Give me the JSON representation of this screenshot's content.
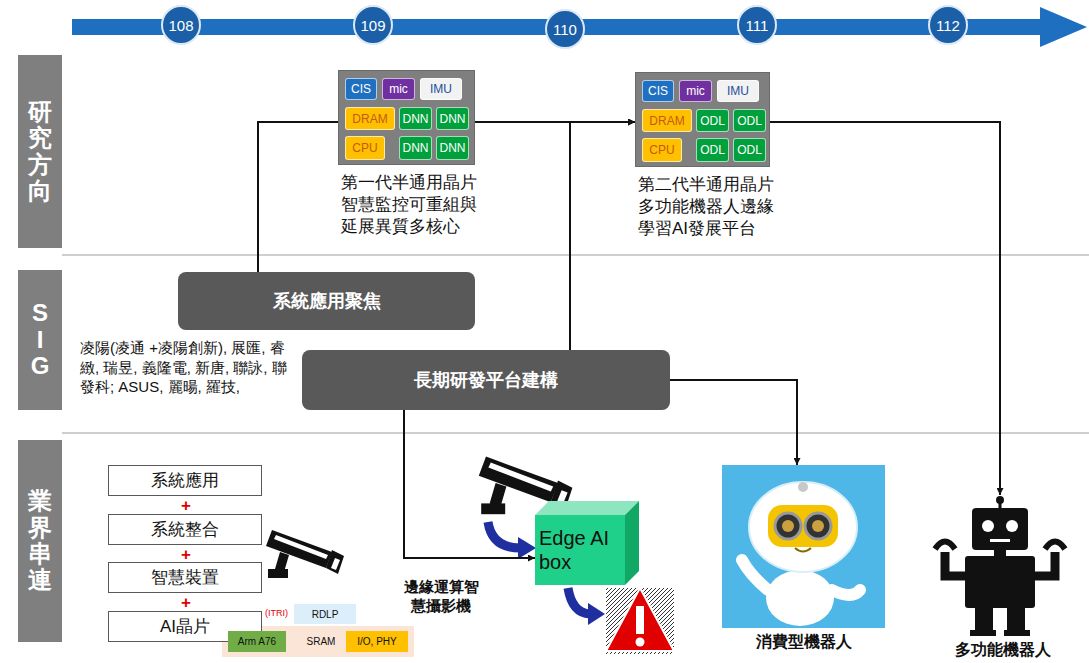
{
  "diagram": {
    "nodes": [
      {
        "text": [
          "108"
        ]
      },
      {
        "text": [
          "109"
        ]
      },
      {
        "text": [
          "110"
        ]
      },
      {
        "text": [
          "111"
        ]
      },
      {
        "text": [
          "112"
        ]
      },
      {
        "text": [
          "研究方向"
        ]
      },
      {
        "text": [
          "第一代半通用晶片 智慧監控可重組與 延展異質多核心"
        ]
      },
      {
        "text": [
          "CIS"
        ],
        "in": 6
      },
      {
        "text": [
          "mic"
        ],
        "in": 6
      },
      {
        "text": [
          "IMU"
        ],
        "in": 6
      },
      {
        "text": [
          "DRAM"
        ],
        "in": 6
      },
      {
        "text": [
          "DNN"
        ],
        "in": 6
      },
      {
        "text": [
          "DNN"
        ],
        "in": 6
      },
      {
        "text": [
          "CPU"
        ],
        "in": 6
      },
      {
        "text": [
          "DNN"
        ],
        "in": 6
      },
      {
        "text": [
          "DNN"
        ],
        "in": 6
      },
      {
        "text": [
          "第二代半通用晶片 多功能機器人邊緣 學習AI發展平台"
        ]
      },
      {
        "text": [
          "CIS"
        ],
        "in": 16
      },
      {
        "text": [
          "mic"
        ],
        "in": 16
      },
      {
        "text": [
          "IMU"
        ],
        "in": 16
      },
      {
        "text": [
          "DRAM"
        ],
        "in": 16
      },
      {
        "text": [
          "ODL"
        ],
        "in": 16
      },
      {
        "text": [
          "ODL"
        ],
        "in": 16
      },
      {
        "text": [
          "CPU"
        ],
        "in": 16
      },
      {
        "text": [
          "ODL"
        ],
        "in": 16
      },
      {
        "text": [
          "ODL"
        ],
        "in": 16
      },
      {
        "text": [
          "SIG"
        ]
      },
      {
        "text": [
          "系統應用聚焦"
        ]
      },
      {
        "text": [
          "長期研發平台建構"
        ]
      },
      {
        "text": [
          "業界串連"
        ]
      },
      {
        "text": [
          "系統應用"
        ]
      },
      {
        "text": [
          "系統整合"
        ]
      },
      {
        "text": [
          "智慧裝置"
        ]
      },
      {
        "text": [
          "AI晶片"
        ]
      },
      {
        "text": [
          "RDLP"
        ]
      },
      {
        "text": [
          "Arm A76"
        ]
      },
      {
        "text": [
          "SRAM"
        ]
      },
      {
        "text": [
          "I/O, PHY"
        ]
      },
      {
        "text": [
          "Edge AI box"
        ]
      },
      {
        "text": [
          "消費型機器人"
        ]
      },
      {
        "text": [
          "多功能機器人"
        ]
      }
    ],
    "edges": [
      {
        "from": 27,
        "to": 6,
        "arrow": "none"
      },
      {
        "from": 6,
        "to": 16,
        "arrow": "to"
      },
      {
        "from": 28,
        "to": 16,
        "arrow": "to"
      },
      {
        "from": 16,
        "to": 40,
        "arrow": "to"
      },
      {
        "from": 28,
        "to": 39,
        "arrow": "to"
      },
      {
        "from": 28,
        "to": 38,
        "arrow": "to"
      }
    ],
    "labels": [
      "凌陽(凌通 +凌陽創新), 展匯, 睿緻, 瑞昱, 義隆電, 新唐, 聯詠, 聯發科; ASUS, 麗暘, 羅技,",
      "+",
      "+",
      "+",
      "(ITRI)",
      "邊緣運算智慧攝影機"
    ]
  }
}
